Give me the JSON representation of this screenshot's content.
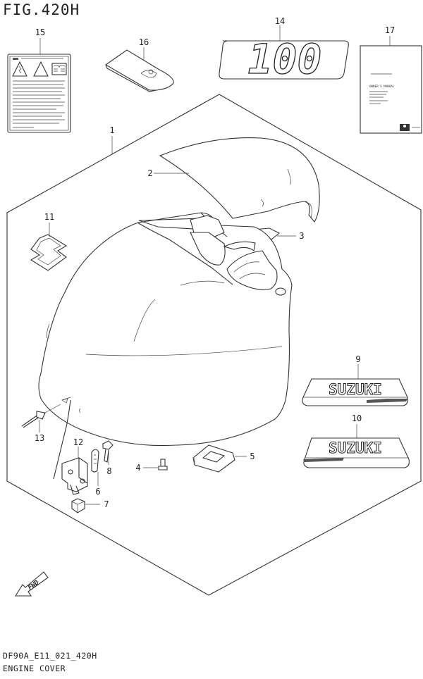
{
  "figure": {
    "title": "FIG.420H",
    "code": "DF90A_E11_021_420H",
    "name": "ENGINE COVER"
  },
  "parts": [
    {
      "ref": "1"
    },
    {
      "ref": "2"
    },
    {
      "ref": "3"
    },
    {
      "ref": "4"
    },
    {
      "ref": "5"
    },
    {
      "ref": "6"
    },
    {
      "ref": "7"
    },
    {
      "ref": "8"
    },
    {
      "ref": "9"
    },
    {
      "ref": "10"
    },
    {
      "ref": "11"
    },
    {
      "ref": "12"
    },
    {
      "ref": "13"
    },
    {
      "ref": "14"
    },
    {
      "ref": "15"
    },
    {
      "ref": "16"
    },
    {
      "ref": "17"
    }
  ],
  "decals": {
    "model_number": "100",
    "brand": "SUZUKI",
    "manual_title": "OWNER'S MANUAL"
  },
  "direction_marker": "FWD"
}
